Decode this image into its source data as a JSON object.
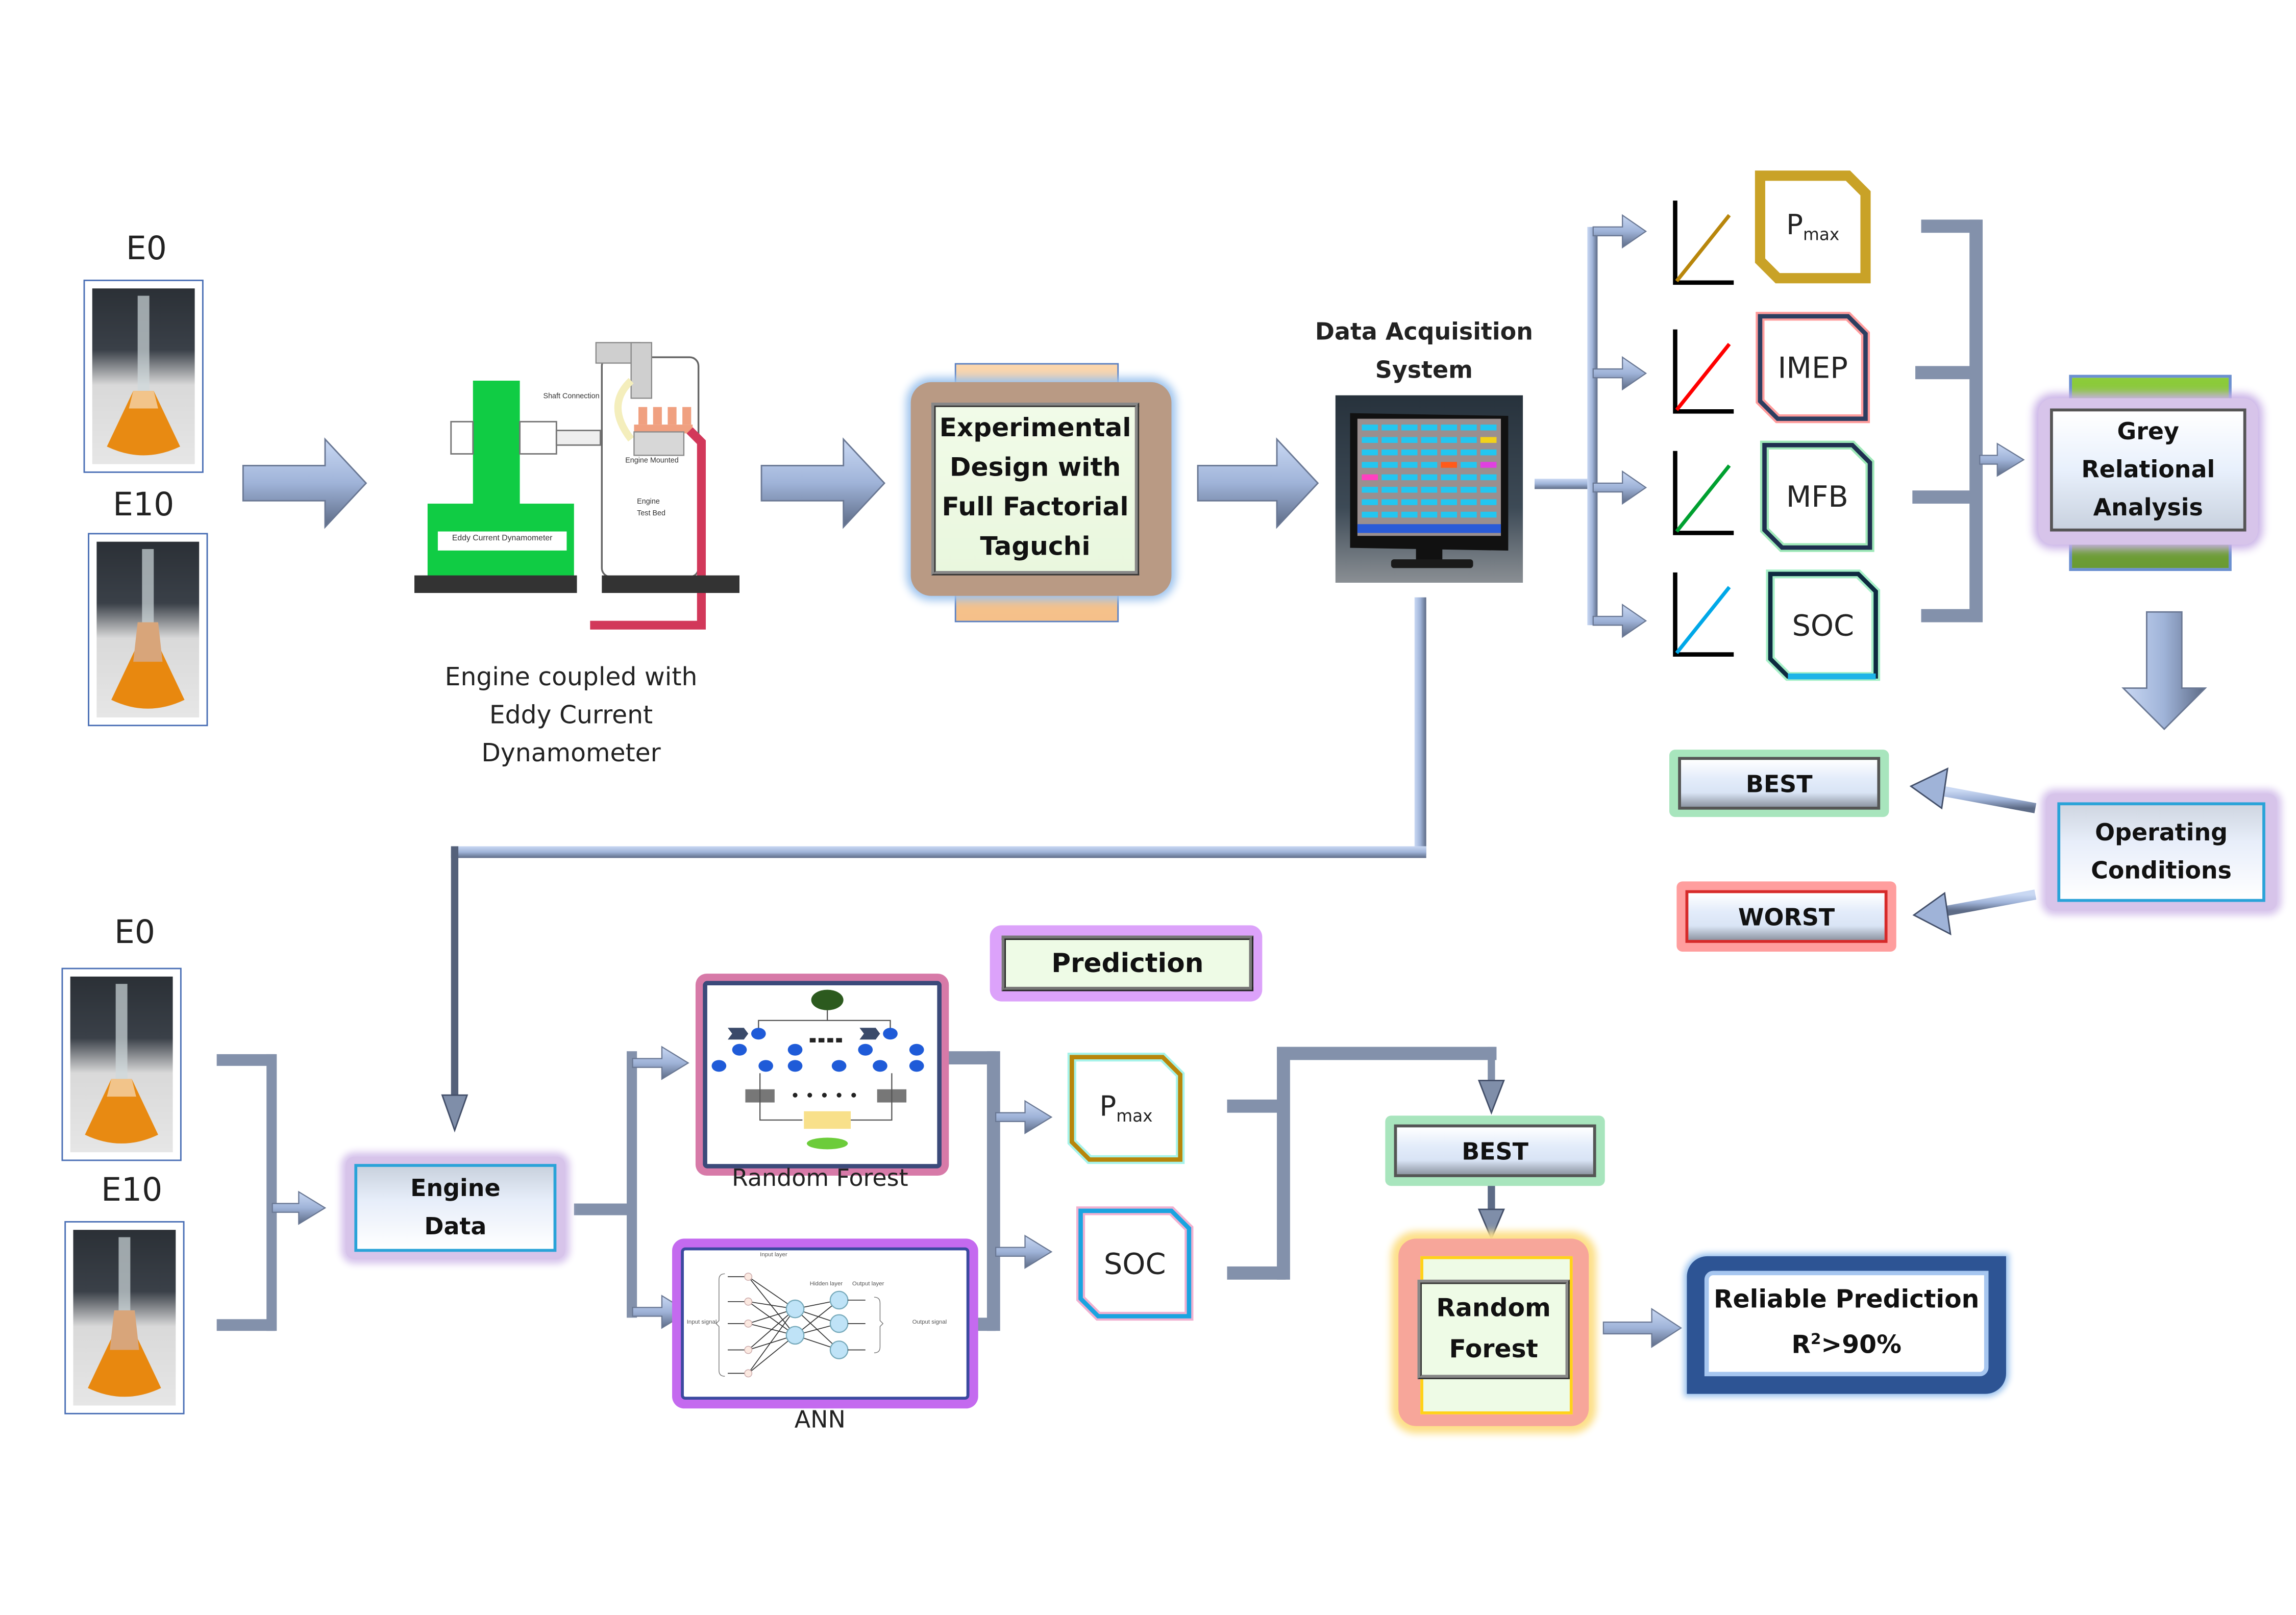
{
  "top_flow": {
    "fuel_samples": [
      {
        "label": "E0"
      },
      {
        "label": "E10"
      }
    ],
    "engine_setup": {
      "caption_lines": [
        "Engine coupled with",
        "Eddy Current",
        "Dynamometer"
      ],
      "diagram_labels": {
        "shaft": "Shaft Connection",
        "engine_mounted": "Engine Mounted",
        "test_bed_line1": "Engine",
        "test_bed_line2": "Test Bed",
        "dynamometer": "Eddy Current Dynamometer"
      }
    },
    "experimental_design": {
      "lines": [
        "Experimental",
        "Design with",
        "Full Factorial",
        "Taguchi"
      ]
    },
    "data_acquisition": {
      "title_lines": [
        "Data Acquisition",
        "System"
      ]
    },
    "responses": [
      {
        "label": "P",
        "subscript": "max",
        "line_color": "#b8860b",
        "border_color": "#c9a227"
      },
      {
        "label": "IMEP",
        "subscript": "",
        "line_color": "#ff0000",
        "border_color": "#2c3e60"
      },
      {
        "label": "MFB",
        "subscript": "",
        "line_color": "#00a030",
        "border_color": "#1f2f4f"
      },
      {
        "label": "SOC",
        "subscript": "",
        "line_color": "#00a8e8",
        "border_color": "#0e2a40"
      }
    ],
    "grey_relational": {
      "lines": [
        "Grey",
        "Relational",
        "Analysis"
      ]
    },
    "operating_conditions": {
      "lines": [
        "Operating",
        "Conditions"
      ]
    },
    "outcomes": [
      {
        "label": "BEST",
        "glow_color": "#8fdcaa"
      },
      {
        "label": "WORST",
        "glow_color": "#ff8a8a"
      }
    ]
  },
  "bottom_flow": {
    "fuel_samples": [
      {
        "label": "E0"
      },
      {
        "label": "E10"
      }
    ],
    "engine_data": {
      "lines": [
        "Engine",
        "Data"
      ]
    },
    "models": [
      {
        "caption": "Random Forest"
      },
      {
        "caption": "ANN",
        "diagram_labels": {
          "input_layer": "Input layer",
          "hidden_layer": "Hidden layer",
          "output_layer": "Output layer",
          "input_signal": "Input signal",
          "output_signal": "Output signal"
        }
      }
    ],
    "prediction_header": "Prediction",
    "predicted_targets": [
      {
        "label": "P",
        "subscript": "max"
      },
      {
        "label": "SOC",
        "subscript": ""
      }
    ],
    "best": "BEST",
    "best_model": {
      "lines": [
        "Random",
        "Forest"
      ]
    },
    "result": {
      "line1": "Reliable Prediction",
      "r_label": "R",
      "r_sup": "2",
      "r_value": ">90%"
    }
  },
  "colors": {
    "arrow_light": "#9db4dd",
    "arrow_dark": "#5f6f8c",
    "connector": "#8a9ab8"
  }
}
